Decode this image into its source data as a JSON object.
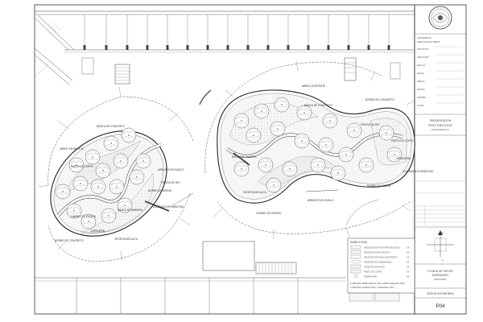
{
  "title_block": {
    "presentation_line1": "PRESENTACION",
    "presentation_line2": "PROY. EJECUTIVO",
    "presentation_line3": "EN DESARROLLO",
    "plan_title_line1": "PLANTA DE PATIOS",
    "plan_title_line2": "INTERIORES",
    "plan_title_line3": "PAISAJISMO",
    "sheet_name": "PATIOS INTERIORES",
    "sheet_number": "P04"
  },
  "legend": {
    "heading": "SIMBOLOGIA",
    "items": [
      {
        "text": "VEGETACION A PLANTAR EN SUELO",
        "code": "XX"
      },
      {
        "text": "VEGETACION EN MACETA",
        "code": "XX"
      },
      {
        "text": "VEGETACION SUELO EXISTENTE",
        "code": "XX"
      },
      {
        "text": "VEGETACION CUBRESUELO",
        "code": "XX"
      },
      {
        "text": "VEGETACION PASTO",
        "code": "XX"
      },
      {
        "text": "PASTO DE CORTE",
        "code": "XX"
      },
      {
        "text": "PIEDRA MAR",
        "code": "XX"
      }
    ],
    "note_line1": "LUMINARIA EMBUTIDA EN PISO, EMPOTRADA EN PISO",
    "note_line2": "LUMINARIA SOBRE MURO, LUMINARIA TIPO ..."
  },
  "left_patio_labels": [
    "BANCA DE CONCRETO",
    "ARBOL EN MACETA",
    "PASTO DE CORTE",
    "ARBUSTO EN SUELO",
    "PIEDRA DE RIO",
    "BORDE DE JARDIN",
    "ILUMINACION EMBUTIDA",
    "BANCA DE MADERA",
    "CAMINO DE PIEDRA",
    "JARDINERA",
    "VEGETACION ALTA",
    "BORDE DE CONCRETO"
  ],
  "right_patio_labels": [
    "ARBOL EXISTENTE",
    "BANCA DE CONCRETO",
    "PIEDRA DE RIO",
    "PASTO DE CORTE",
    "JARDINERA",
    "ILUMINACION EMBUTIDA",
    "BORDE DE JARDIN",
    "ARBUSTO EN SUELO",
    "CAMINO DE PIEDRA",
    "VEGETACION ALTA",
    "BANCA DE MADERA",
    "BORDE DE CONCRETO"
  ],
  "title_block_notes": [
    "UNIVERSIDAD",
    "DIRECCION DE OBRAS",
    "PROYECTO",
    "UBICACION",
    "ESCALA",
    "FECHA",
    "DIBUJO",
    "REVISO",
    "APROBO",
    "CLAVE"
  ],
  "north_labels": [
    "N",
    "S"
  ],
  "colors": {
    "line": "#333333",
    "light_line": "#888888",
    "hatch": "#999999",
    "paper": "#ffffff"
  }
}
